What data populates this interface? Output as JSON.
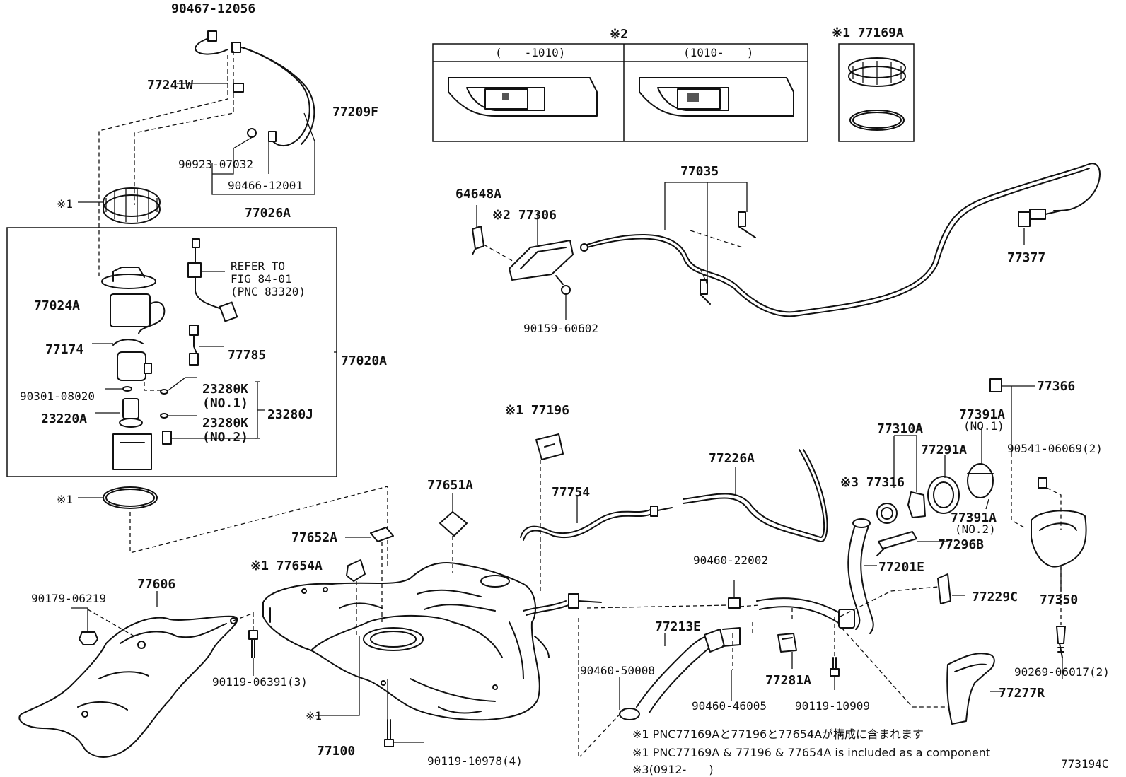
{
  "diagram_id": "773194C",
  "inset_table": {
    "mark": "※2",
    "col1_header": "(　　-1010)",
    "col2_header": "(1010-　　)"
  },
  "inset_ring": {
    "label": "※1 77169A"
  },
  "parts": {
    "p_9046712056": "90467-12056",
    "p_77241W": "77241W",
    "p_77209F": "77209F",
    "p_9092307032": "90923-07032",
    "p_9046612001": "90466-12001",
    "p_77026A": "77026A",
    "p_mark1_ring": "※1",
    "p_refer1": "REFER TO",
    "p_refer2": "FIG 84-01",
    "p_refer3": "(PNC 83320)",
    "p_77024A": "77024A",
    "p_77174": "77174",
    "p_77785": "77785",
    "p_77020A": "77020A",
    "p_9030108020": "90301-08020",
    "p_23280K_1": "23280K",
    "p_no1": "(NO.1)",
    "p_23220A": "23220A",
    "p_23280K_2": "23280K",
    "p_no2": "(NO.2)",
    "p_23280J": "23280J",
    "p_mark1_gasket": "※1",
    "p_64648A": "64648A",
    "p_77306": "※2 77306",
    "p_9015960602": "90159-60602",
    "p_77035": "77035",
    "p_77377": "77377",
    "p_77196": "※1 77196",
    "p_77754": "77754",
    "p_77226A": "77226A",
    "p_77310A": "77310A",
    "p_77316": "※3 77316",
    "p_77291A": "77291A",
    "p_77391A_1": "77391A",
    "p_77391A_1n": "(NO.1)",
    "p_77391A_2": "77391A",
    "p_77391A_2n": "(NO.2)",
    "p_77366": "77366",
    "p_90541": "90541-06069(2)",
    "p_77296B": "77296B",
    "p_77201E": "77201E",
    "p_77229C": "77229C",
    "p_77350": "77350",
    "p_77651A": "77651A",
    "p_77652A": "77652A",
    "p_77654A": "※1 77654A",
    "p_9046022002": "90460-22002",
    "p_9017906219": "90179-06219",
    "p_77606": "77606",
    "p_90119_06391": "90119-06391(3)",
    "p_77213E": "77213E",
    "p_9046050008": "90460-50008",
    "p_9046046005": "90460-46005",
    "p_77281A": "77281A",
    "p_9011910909": "90119-10909",
    "p_77277R": "77277R",
    "p_90269": "90269-06017(2)",
    "p_mark1_tank": "※1",
    "p_77100": "77100",
    "p_90119_10978": "90119-10978(4)"
  },
  "notes": {
    "line1": "※1 PNC77169Aと77196と77654Aが構成に含まれます",
    "line2": "※1 PNC77169A & 77196 & 77654A is included as a component",
    "line3": "※3(0912-　　)"
  }
}
